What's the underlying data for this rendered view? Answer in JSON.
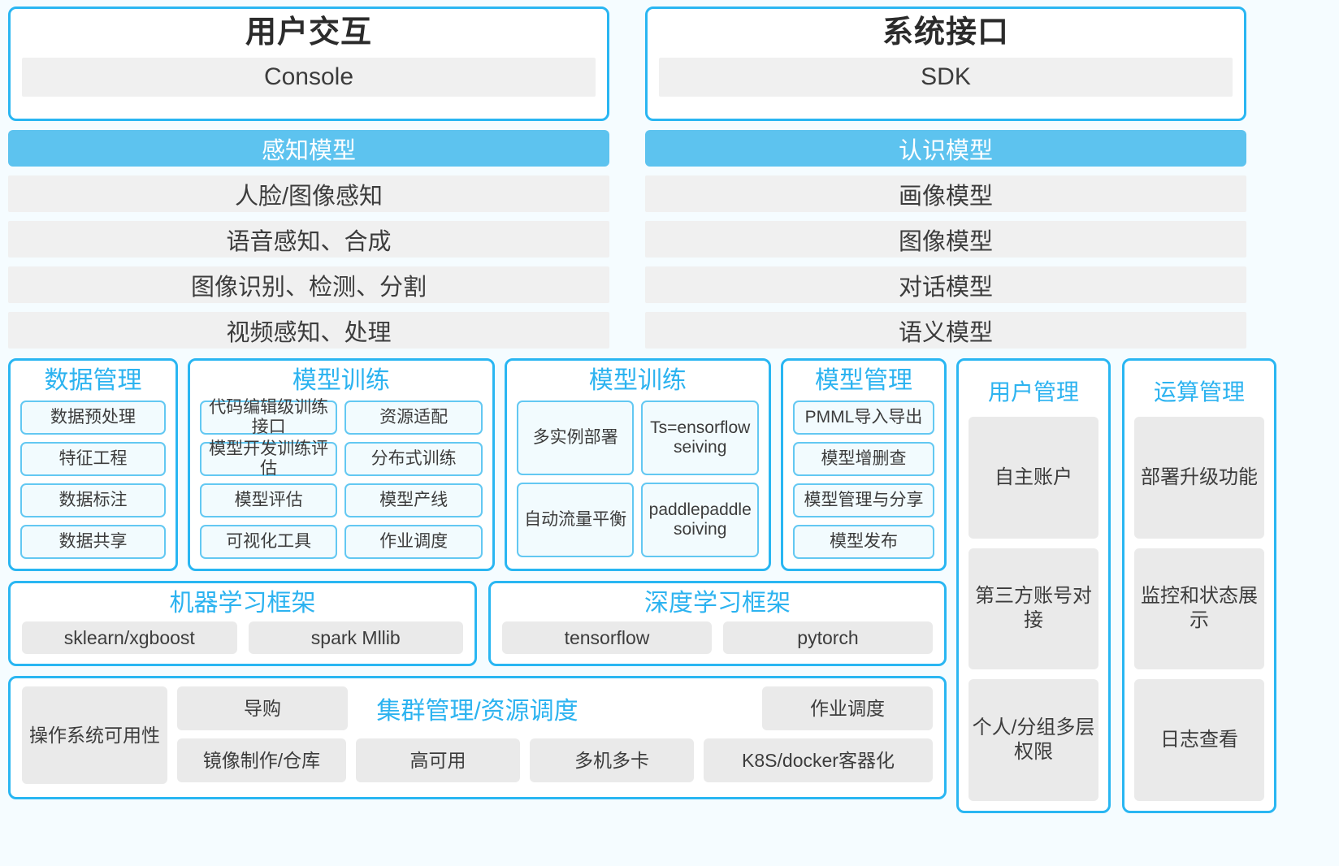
{
  "top": {
    "left": {
      "title": "用户交互",
      "subtitle": "Console",
      "group_header": "感知模型",
      "items": [
        "人脸/图像感知",
        "语音感知、合成",
        "图像识别、检测、分割",
        "视频感知、处理"
      ]
    },
    "right": {
      "title": "系统接口",
      "subtitle": "SDK",
      "group_header": "认识模型",
      "items": [
        "画像模型",
        "图像模型",
        "对话模型",
        "语义模型"
      ]
    }
  },
  "panels": {
    "data_management": {
      "title": "数据管理",
      "items": [
        "数据预处理",
        "特征工程",
        "数据标注",
        "数据共享"
      ]
    },
    "model_training_1": {
      "title": "模型训练",
      "items": [
        "代码编辑级训练接口",
        "资源适配",
        "模型开发训练评估",
        "分布式训练",
        "模型评估",
        "模型产线",
        "可视化工具",
        "作业调度"
      ]
    },
    "model_training_2": {
      "title": "模型训练",
      "items": [
        "多实例部署",
        "Ts=ensorflow seiving",
        "自动流量平衡",
        "paddlepaddle  soiving"
      ]
    },
    "model_management": {
      "title": "模型管理",
      "items": [
        "PMML导入导出",
        "模型增删查",
        "模型管理与分享",
        "模型发布"
      ]
    }
  },
  "frameworks": {
    "ml": {
      "title": "机器学习框架",
      "items": [
        "sklearn/xgboost",
        "spark Mllib"
      ]
    },
    "dl": {
      "title": "深度学习框架",
      "items": [
        "tensorflow",
        "pytorch"
      ]
    }
  },
  "cluster": {
    "title": "集群管理/资源调度",
    "os": "操作系统可用性",
    "row1": [
      "导购",
      "作业调度"
    ],
    "row2": [
      "镜像制作/仓库",
      "高可用",
      "多机多卡",
      "K8S/docker客器化"
    ]
  },
  "right_columns": [
    {
      "title": "用户管理",
      "items": [
        "自主账户",
        "第三方账号对接",
        "个人/分组多层权限"
      ]
    },
    {
      "title": "运算管理",
      "items": [
        "部署升级功能",
        "监控和状态展示",
        "日志查看"
      ]
    }
  ],
  "colors": {
    "accent": "#29b6f2",
    "header_blue": "#5dc3ef",
    "chip_bg": "#f2fbfe",
    "grey_chip": "#eaeaea",
    "page_bg": "#f5fcff"
  }
}
